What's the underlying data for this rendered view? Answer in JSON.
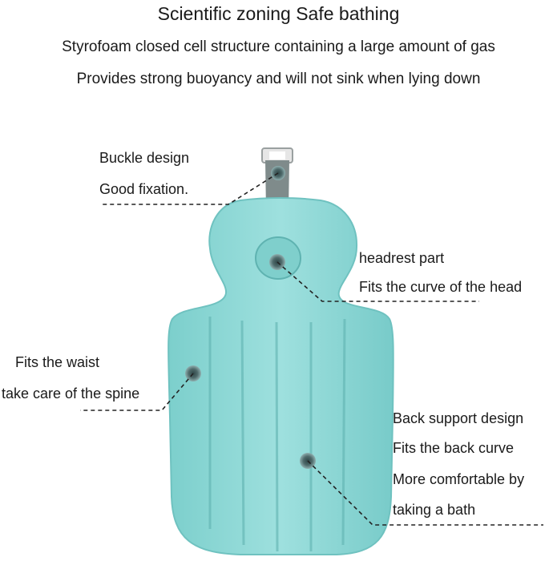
{
  "header": {
    "title": "Scientific zoning Safe bathing",
    "line1": "Styrofoam closed cell structure containing a large amount of gas",
    "line2": "Provides strong buoyancy and will not sink when lying down"
  },
  "callouts": {
    "buckle": {
      "line1": "Buckle design",
      "line2": "Good fixation."
    },
    "headrest": {
      "line1": "headrest part",
      "line2": "Fits the curve of the head"
    },
    "waist": {
      "line1": "Fits the waist",
      "line2": "take care of the spine"
    },
    "back": {
      "line1": "Back support design",
      "line2": "Fits the back curve",
      "line3": "More comfortable by",
      "line4": "taking a bath"
    }
  },
  "colors": {
    "pad": "#8fd8d6",
    "pad_shadow": "#6fc2c0",
    "buckle": "#7f8b8b",
    "dot": "#4a5d5e",
    "text": "#1a1a1a"
  }
}
